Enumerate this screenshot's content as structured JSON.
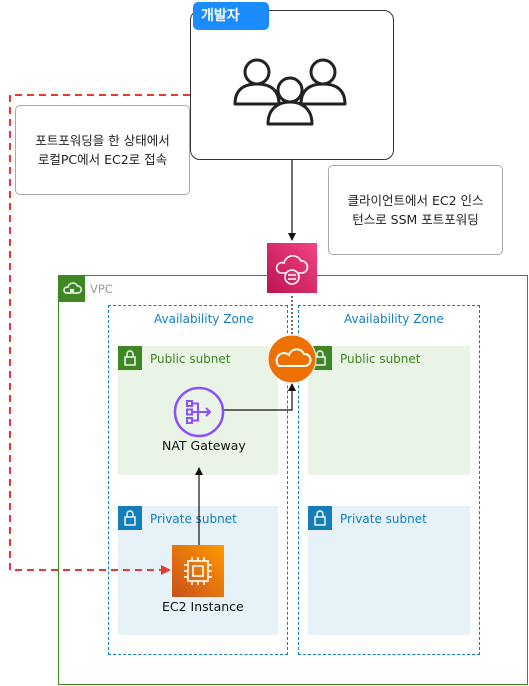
{
  "developer": {
    "badge": "개발자",
    "icon": "users-icon"
  },
  "notes": {
    "left": "포트포워딩을 한 상태에서\n로컬PC에서 EC2로 접속",
    "right": "클라이언트에서 EC2 인스\n턴스로 SSM 포트포워딩"
  },
  "vpc": {
    "label": "VPC",
    "zones": [
      {
        "label": "Availability Zone",
        "public_subnet": "Public subnet",
        "private_subnet": "Private subnet"
      },
      {
        "label": "Availability Zone",
        "public_subnet": "Public subnet",
        "private_subnet": "Private subnet"
      }
    ]
  },
  "nodes": {
    "nat_gateway": "NAT Gateway",
    "ec2_instance": "EC2 Instance"
  },
  "colors": {
    "vpc_border": "#3f8624",
    "az_border": "#147eba",
    "public_subnet_bg": "#e9f3e6",
    "private_subnet_bg": "#e6f2f8",
    "ssm_icon": "#e7157b",
    "igw_icon": "#ed7100",
    "nat_icon": "#8c4fff",
    "ec2_icon": "#ed7100",
    "dashed_arrow": "#e53935",
    "badge": "#1a8cff"
  }
}
